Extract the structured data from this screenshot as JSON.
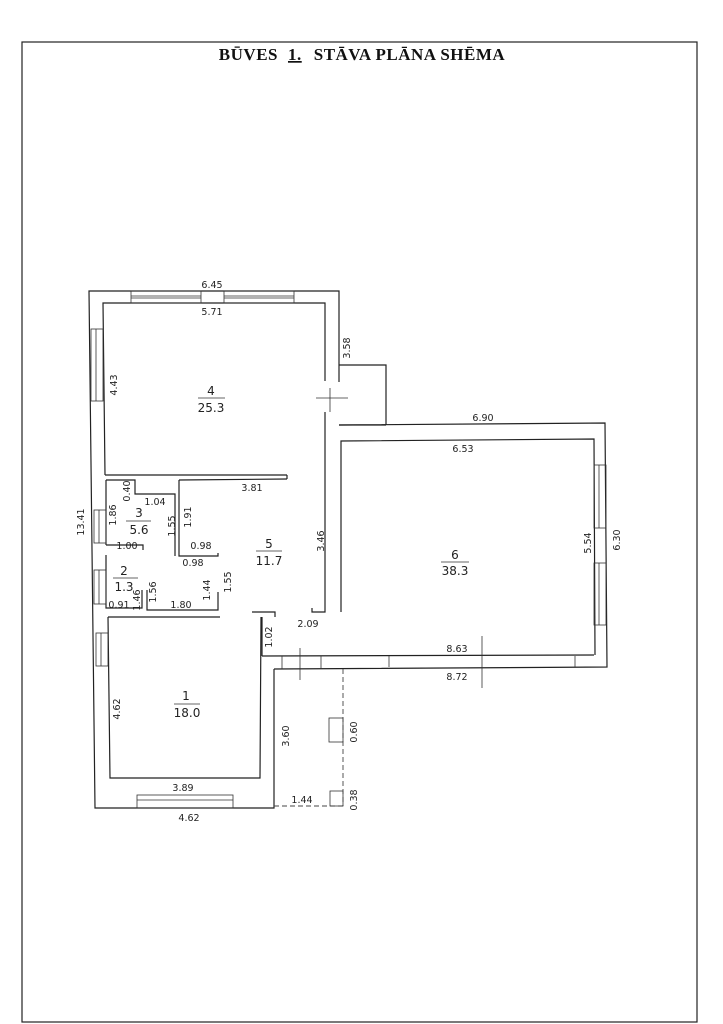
{
  "title": {
    "prefix": "BŪVES",
    "floor": "1.",
    "suffix": "STĀVA  PLĀNA SHĒMA"
  },
  "rooms": [
    {
      "number": "1",
      "area": "18.0"
    },
    {
      "number": "2",
      "area": "1.3"
    },
    {
      "number": "3",
      "area": "5.6"
    },
    {
      "number": "4",
      "area": "25.3"
    },
    {
      "number": "5",
      "area": "11.7"
    },
    {
      "number": "6",
      "area": "38.3"
    }
  ],
  "dims": {
    "d645": "6.45",
    "d571": "5.71",
    "d358": "3.58",
    "d443": "4.43",
    "d690": "6.90",
    "d653": "6.53",
    "d630": "6.30",
    "d554": "5.54",
    "d381": "3.81",
    "d040": "0.40",
    "d104": "1.04",
    "d186": "1.86",
    "d1341": "13.41",
    "d155a": "1.55",
    "d191": "1.91",
    "d098a": "0.98",
    "d098b": "0.98",
    "d100": "1.00",
    "d346": "3.46",
    "d156": "1.56",
    "d146": "1.46",
    "d091": "0.91",
    "d180": "1.80",
    "d144a": "1.44",
    "d155b": "1.55",
    "d209": "2.09",
    "d102": "1.02",
    "d863": "8.63",
    "d872": "8.72",
    "d462a": "4.62",
    "d360": "3.60",
    "d060": "0.60",
    "d389": "3.89",
    "d144b": "1.44",
    "d038": "0.38",
    "d462b": "4.62"
  }
}
